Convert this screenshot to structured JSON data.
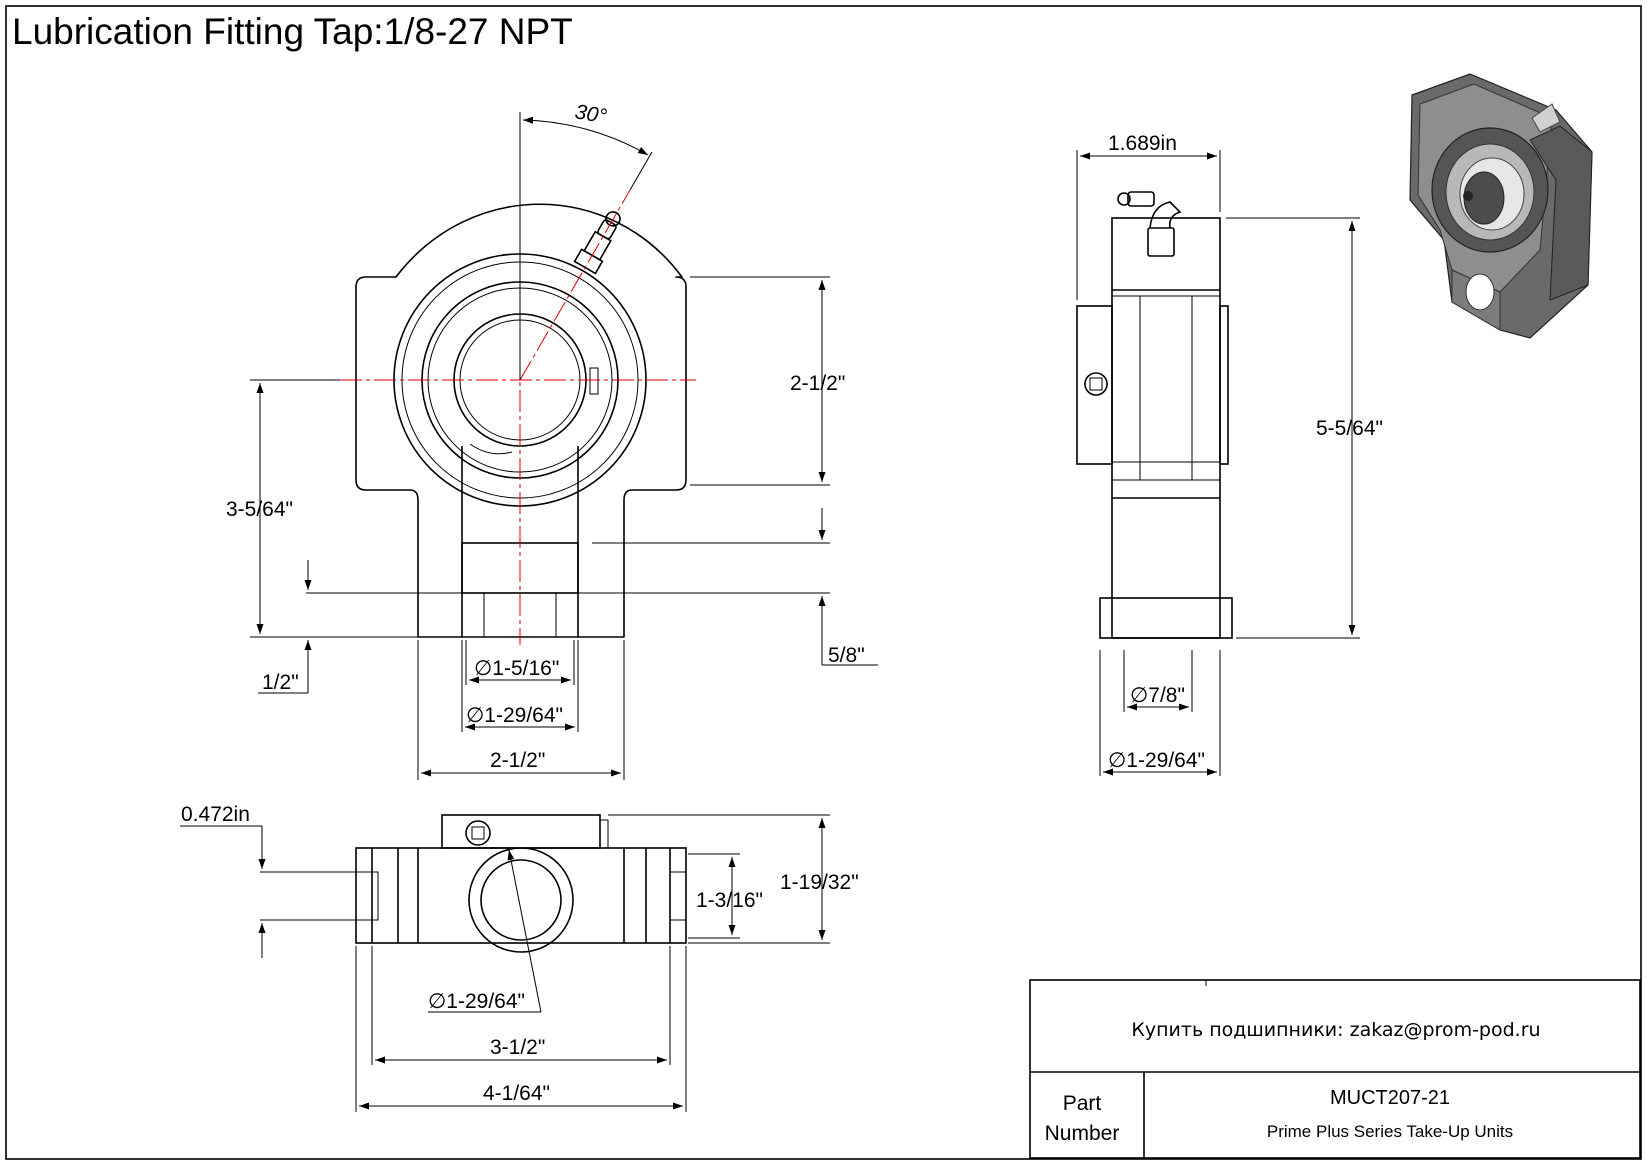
{
  "title": "Lubrication Fitting Tap:1/8-27 NPT",
  "dimensions": {
    "angle": "30°",
    "front_width_top": "2-1/2\"",
    "front_height": "3-5/64\"",
    "base_offset": "1/2\"",
    "slot_offset": "5/8\"",
    "bore_small": "1-5/16\"",
    "bore_large": "1-29/64\"",
    "front_base_width": "2-1/2\"",
    "side_width": "1.689in",
    "side_height": "5-5/64\"",
    "side_bore_small": "7/8\"",
    "side_bore_large": "1-29/64\"",
    "bottom_thickness": "0.472in",
    "bottom_inner": "1-3/16\"",
    "bottom_outer": "1-19/32\"",
    "bottom_bore": "1-29/64\"",
    "bottom_width_inner": "3-1/2\"",
    "bottom_width_outer": "4-1/64\""
  },
  "diameter_symbol": "∅",
  "title_block": {
    "contact": "Купить подшипники: zakaz@prom-pod.ru",
    "part_label_line1": "Part",
    "part_label_line2": "Number",
    "part_number": "MUCT207-21",
    "description": "Prime Plus Series Take-Up Units"
  },
  "colors": {
    "line": "#000000",
    "centerline": "#e00000",
    "iso_dark": "#4a4a4a",
    "iso_mid": "#8a8a8a",
    "iso_light": "#c8c8c8"
  }
}
